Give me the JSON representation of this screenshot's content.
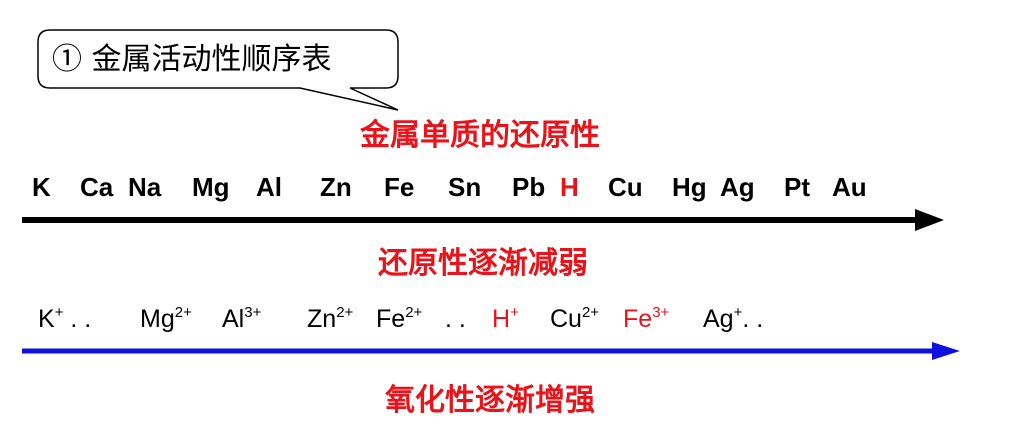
{
  "callout": {
    "text": "① 金属活动性顺序表"
  },
  "captions": {
    "reducing_property": "金属单质的还原性",
    "reducing_trend": "还原性逐渐减弱",
    "oxidizing_trend": "氧化性逐渐增强"
  },
  "elements": [
    {
      "symbol": "K",
      "color": "#000000"
    },
    {
      "symbol": "Ca",
      "color": "#000000"
    },
    {
      "symbol": "Na",
      "color": "#000000"
    },
    {
      "symbol": "Mg",
      "color": "#000000"
    },
    {
      "symbol": "Al",
      "color": "#000000"
    },
    {
      "symbol": "Zn",
      "color": "#000000"
    },
    {
      "symbol": "Fe",
      "color": "#000000"
    },
    {
      "symbol": "Sn",
      "color": "#000000"
    },
    {
      "symbol": "Pb",
      "color": "#000000"
    },
    {
      "symbol": "H",
      "color": "#e8141b"
    },
    {
      "symbol": "Cu",
      "color": "#000000"
    },
    {
      "symbol": "Hg",
      "color": "#000000"
    },
    {
      "symbol": "Ag",
      "color": "#000000"
    },
    {
      "symbol": "Pt",
      "color": "#000000"
    },
    {
      "symbol": "Au",
      "color": "#000000"
    }
  ],
  "ions": [
    {
      "base": "K",
      "charge": "+",
      "suffix": " . .",
      "color": "#000000"
    },
    {
      "base": "Mg",
      "charge": "2+",
      "suffix": "",
      "color": "#000000"
    },
    {
      "base": "Al",
      "charge": "3+",
      "suffix": "",
      "color": "#000000"
    },
    {
      "base": "Zn",
      "charge": "2+",
      "suffix": "",
      "color": "#000000"
    },
    {
      "base": "Fe",
      "charge": "2+",
      "suffix": "",
      "color": "#000000"
    },
    {
      "base": ". .",
      "charge": "",
      "suffix": "",
      "color": "#000000"
    },
    {
      "base": "H",
      "charge": "+",
      "suffix": "",
      "color": "#e8141b"
    },
    {
      "base": "Cu",
      "charge": "2+",
      "suffix": "",
      "color": "#000000"
    },
    {
      "base": "Fe",
      "charge": "3+",
      "suffix": "",
      "color": "#e8141b"
    },
    {
      "base": "Ag",
      "charge": "+",
      "suffix": ". .",
      "color": "#000000"
    }
  ],
  "colors": {
    "caption_red": "#e8141b",
    "arrow_black": "#000000",
    "arrow_blue": "#1010e0"
  }
}
